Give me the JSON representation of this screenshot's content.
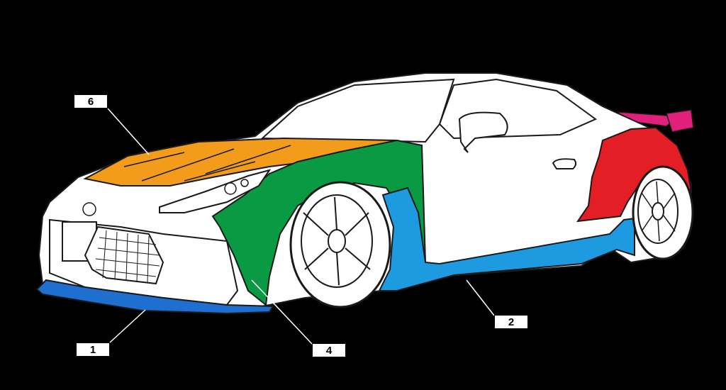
{
  "colors": {
    "background": "#000000",
    "body": "#ffffff",
    "outline": "#1a1a1a",
    "hood": "#f39c1b",
    "front_fender": "#0a9a44",
    "side_skirt": "#1e9be0",
    "front_lip": "#1e6fd0",
    "rear_fender": "#e31e24",
    "wing": "#e0207a"
  },
  "callouts": [
    {
      "id": "6",
      "label": "6",
      "part": "hood"
    },
    {
      "id": "1",
      "label": "1",
      "part": "front-lip"
    },
    {
      "id": "4",
      "label": "4",
      "part": "front-fender"
    },
    {
      "id": "2",
      "label": "2",
      "part": "side-skirt"
    }
  ]
}
